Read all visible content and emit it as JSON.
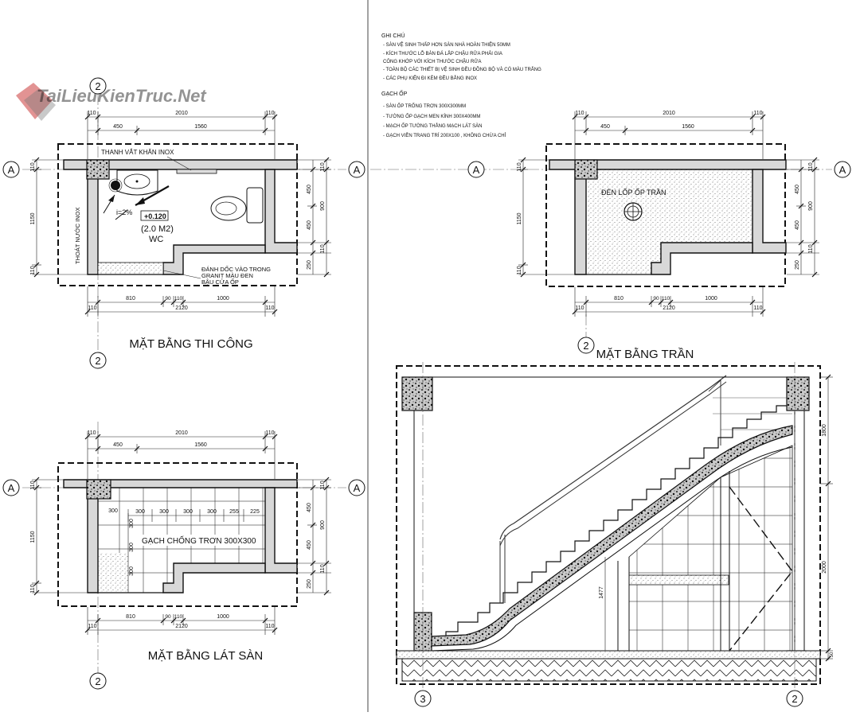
{
  "watermark": {
    "text": "TaiLieuKienTruc.Net"
  },
  "notes": {
    "ghi_chu_title": "GHI CHÚ",
    "ghi_chu_items": [
      "- SÀN VỆ SINH THẤP HƠN SÀN NHÀ HOÀN THIỆN 50MM",
      "- KÍCH THƯỚC LỖ BÀN ĐÁ LẮP CHẬU RỬA PHẢI GIA",
      "  CÔNG KHỚP VỚI KÍCH THƯỚC CHẬU RỬA",
      "- TOÀN BỘ CÁC THIẾT BỊ VỆ SINH ĐỀU ĐỒNG BỘ VÀ CÓ MÀU TRẮNG",
      "- CÁC PHỤ KIỆN ĐI KÈM ĐỀU BẰNG INOX"
    ],
    "gach_op_title": "GẠCH ỐP",
    "gach_op_items": [
      "- SÀN ỐP TRỐNG TRƠN 300X300MM",
      "- TƯỜNG ỐP GẠCH MEN KÍNH 300X400MM",
      "- MẠCH ỐP TƯỜNG THẲNG MẠCH LÁT SÀN",
      "- GẠCH VIỀN TRANG TRÍ 200X100 , KHÔNG CHỪA CHỈ"
    ]
  },
  "axis_labels": {
    "a": "A",
    "two": "2",
    "three": "3"
  },
  "plan_construction": {
    "title": "MẶT BẰNG THI CÔNG",
    "top_dims": {
      "overall": "2010",
      "seg1": "450",
      "seg2": "1560",
      "left": "110",
      "right": "110"
    },
    "bottom_dims": {
      "overall": "2120",
      "seg1": "810",
      "seg2": "90",
      "seg3": "110",
      "seg4": "1000",
      "left": "110",
      "right": "110"
    },
    "left_dims": {
      "overall": "1150",
      "top": "110",
      "bottom": "110"
    },
    "right_dims": {
      "top": "110",
      "d1": "450",
      "d2": "450",
      "mid": "900",
      "d3": "250",
      "d4": "110"
    },
    "labels": {
      "towel_bar": "THANH VẮT KHĂN INOX",
      "drain": "THOÁT NƯỚC INOX",
      "slope": "i=2%",
      "level": "+0.120",
      "area": "(2.0 M2)",
      "room": "WC",
      "threshold_1": "ĐÁNH DỐC VÀO TRONG",
      "threshold_2": "GRANIT MÀU ĐEN",
      "threshold_3": "BẬU CỬA ỐP"
    }
  },
  "plan_ceiling": {
    "title": "MẶT BẰNG TRẦN",
    "label": "ĐÈN LỐP ỐP TRẦN",
    "top_dims": {
      "overall": "2010",
      "seg1": "450",
      "seg2": "1560",
      "left": "110",
      "right": "110"
    },
    "bottom_dims": {
      "overall": "2120",
      "seg1": "810",
      "seg2": "90",
      "seg3": "110",
      "seg4": "1000",
      "left": "110",
      "right": "110"
    },
    "left_dims": {
      "overall": "1150",
      "top": "110",
      "bottom": "110"
    },
    "right_dims": {
      "top": "110",
      "d1": "450",
      "d2": "450",
      "mid": "900",
      "d3": "250",
      "d4": "110"
    }
  },
  "plan_floor": {
    "title": "MẶT BẰNG LÁT SÀN",
    "label": "GẠCH CHỐNG TRƠN 300X300",
    "tile_dims": [
      "300",
      "300",
      "300",
      "300",
      "255",
      "225"
    ],
    "left_tile_dims": [
      "300",
      "300",
      "300"
    ],
    "top_dims": {
      "overall": "2010",
      "seg1": "450",
      "seg2": "1560",
      "left": "110",
      "right": "110"
    },
    "bottom_dims": {
      "overall": "2120",
      "seg1": "810",
      "seg2": "90",
      "seg3": "110",
      "seg4": "1000",
      "left": "110",
      "right": "110"
    },
    "left_dims": {
      "overall": "1150",
      "top": "110",
      "bottom": "110"
    },
    "right_dims": {
      "top": "110",
      "d1": "450",
      "d2": "450",
      "mid": "900",
      "d3": "250",
      "d4": "110"
    }
  },
  "section": {
    "right_dims": {
      "top": "1800",
      "bottom": "2000",
      "base": "50"
    },
    "inner_dim": "1477"
  }
}
